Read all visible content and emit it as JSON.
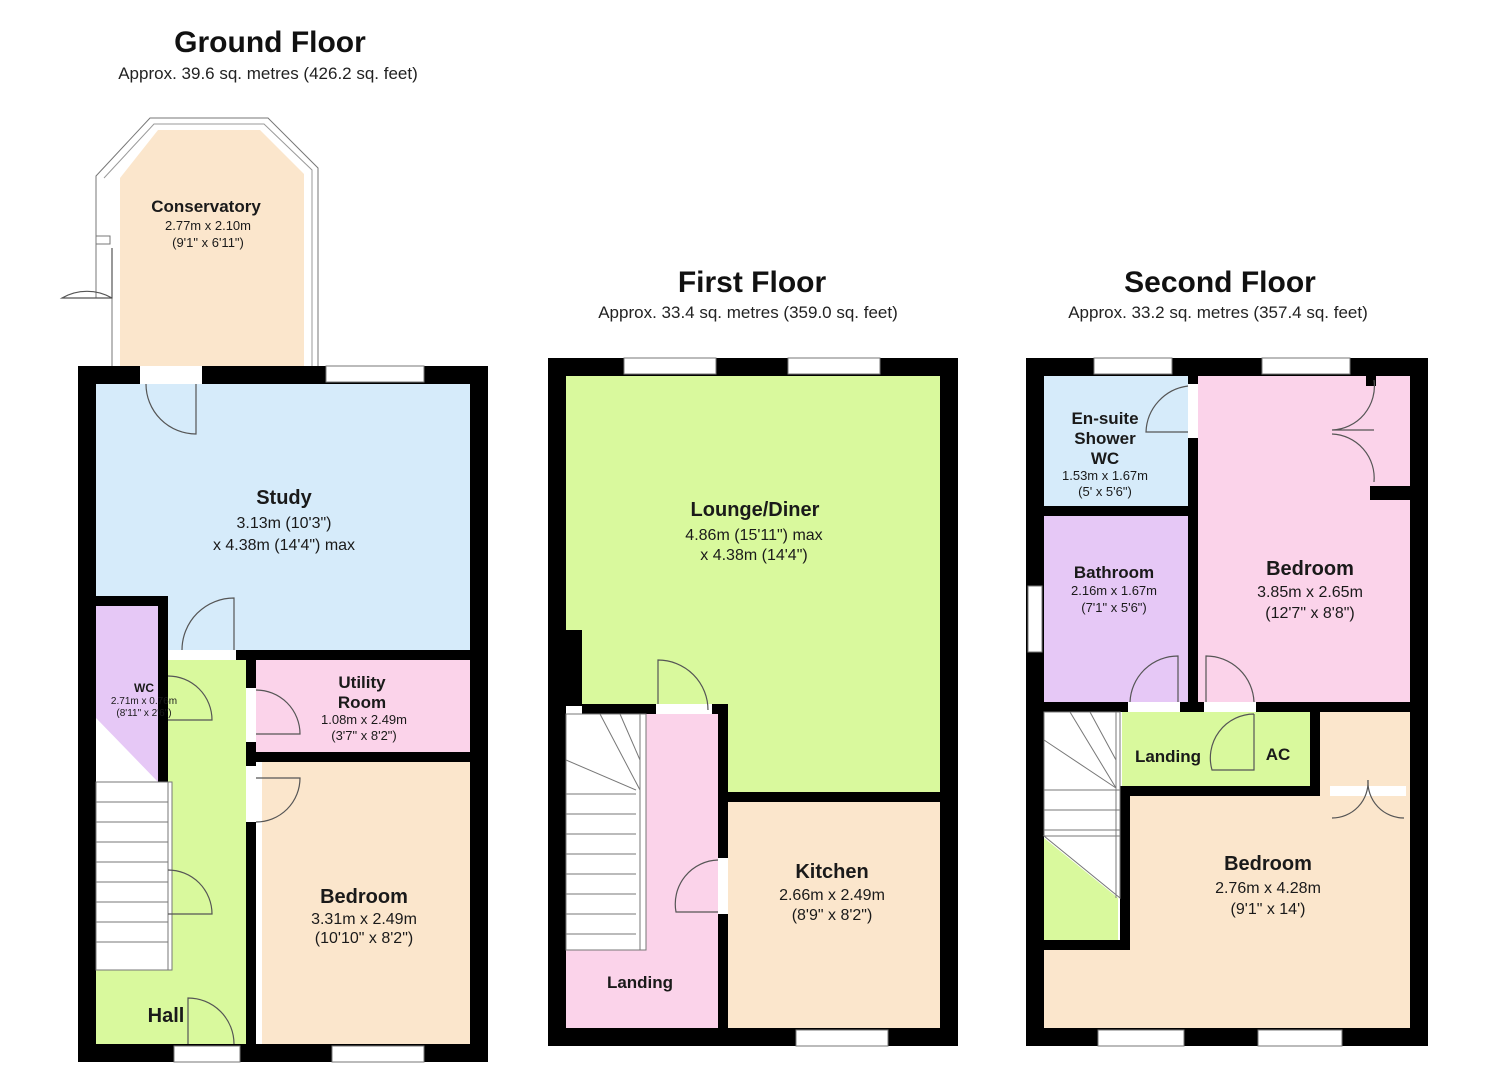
{
  "floors": {
    "ground": {
      "title": "Ground Floor",
      "area": "Approx. 39.6 sq. metres (426.2 sq. feet)",
      "conservatory": {
        "name": "Conservatory",
        "dim1": "2.77m x 2.10m",
        "dim2": "(9'1\" x 6'11\")"
      },
      "study": {
        "name": "Study",
        "dim1": "3.13m (10'3\")",
        "dim2": "x 4.38m (14'4\") max"
      },
      "wc": {
        "name": "WC",
        "dim1": "2.71m x 0.76m",
        "dim2": "(8'11\" x 2'6\")"
      },
      "utility": {
        "name1": "Utility",
        "name2": "Room",
        "dim1": "1.08m x 2.49m",
        "dim2": "(3'7\" x 8'2\")"
      },
      "bedroom": {
        "name": "Bedroom",
        "dim1": "3.31m x 2.49m",
        "dim2": "(10'10\" x 8'2\")"
      },
      "hall": {
        "name": "Hall"
      }
    },
    "first": {
      "title": "First Floor",
      "area": "Approx. 33.4 sq. metres (359.0 sq. feet)",
      "lounge": {
        "name": "Lounge/Diner",
        "dim1": "4.86m (15'11\") max",
        "dim2": "x 4.38m (14'4\")"
      },
      "kitchen": {
        "name": "Kitchen",
        "dim1": "2.66m x 2.49m",
        "dim2": "(8'9\" x 8'2\")"
      },
      "landing": {
        "name": "Landing"
      }
    },
    "second": {
      "title": "Second Floor",
      "area": "Approx. 33.2 sq. metres (357.4 sq. feet)",
      "ensuite": {
        "name1": "En-suite",
        "name2": "Shower",
        "name3": "WC",
        "dim1": "1.53m x 1.67m",
        "dim2": "(5' x 5'6\")"
      },
      "bathroom": {
        "name": "Bathroom",
        "dim1": "2.16m x 1.67m",
        "dim2": "(7'1\" x 5'6\")"
      },
      "bedroom1": {
        "name": "Bedroom",
        "dim1": "3.85m x 2.65m",
        "dim2": "(12'7\" x 8'8\")"
      },
      "landing": {
        "name": "Landing"
      },
      "ac": {
        "name": "AC"
      },
      "bedroom2": {
        "name": "Bedroom",
        "dim1": "2.76m x 4.28m",
        "dim2": "(9'1\" x 14')"
      }
    }
  },
  "colors": {
    "study": "#d6ebfa",
    "conservatory": "#fbe6cc",
    "wc": "#e6c8f6",
    "utility": "#fbd3ea",
    "bedroom": "#fbe6cc",
    "hall": "#d9f99d",
    "lounge": "#d9f99d",
    "kitchen": "#fbe6cc",
    "landing1": "#fbd3ea",
    "ensuite": "#d6ebfa",
    "bathroom": "#e6c8f6",
    "bedroom1_2f": "#fbd3ea",
    "landing2": "#d9f99d",
    "bedroom2_2f": "#fbe6cc"
  }
}
